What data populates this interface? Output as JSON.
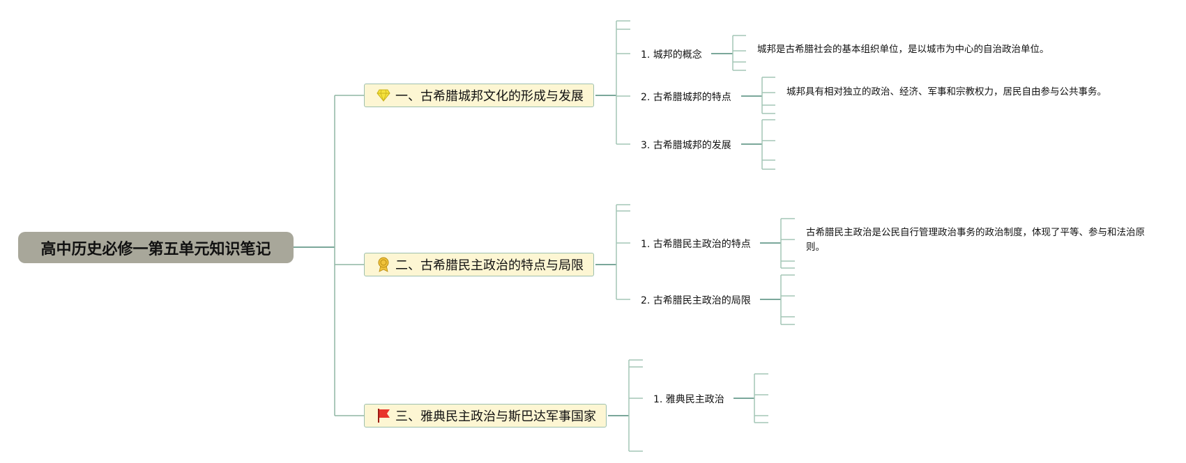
{
  "root": {
    "title": "高中历史必修一第五单元知识笔记"
  },
  "topics": [
    {
      "label": "一、古希腊城邦文化的形成与发展",
      "icon": "diamond-icon",
      "subtopics": [
        {
          "label": "1. 城邦的概念",
          "detail": "城邦是古希腊社会的基本组织单位，是以城市为中心的自治政治单位。"
        },
        {
          "label": "2. 古希腊城邦的特点",
          "detail": "城邦具有相对独立的政治、经济、军事和宗教权力，居民自由参与公共事务。"
        },
        {
          "label": "3. 古希腊城邦的发展",
          "detail": ""
        }
      ]
    },
    {
      "label": "二、古希腊民主政治的特点与局限",
      "icon": "award-ribbon-icon",
      "subtopics": [
        {
          "label": "1. 古希腊民主政治的特点",
          "detail": "古希腊民主政治是公民自行管理政治事务的政治制度，体现了平等、参与和法治原则。"
        },
        {
          "label": "2. 古希腊民主政治的局限",
          "detail": ""
        }
      ]
    },
    {
      "label": "三、雅典民主政治与斯巴达军事国家",
      "icon": "red-flag-icon",
      "subtopics": [
        {
          "label": "1. 雅典民主政治",
          "detail": ""
        }
      ]
    }
  ],
  "colors": {
    "root_bg": "#a8a79a",
    "topic_bg": "#fdf6d3",
    "topic_border": "#9cbfad",
    "branch_line": "#4e8a78",
    "leaf_line": "#a3c6b5",
    "flag": "#e8352b",
    "diamond": "#f5e23c",
    "award": "#f0c33c"
  }
}
